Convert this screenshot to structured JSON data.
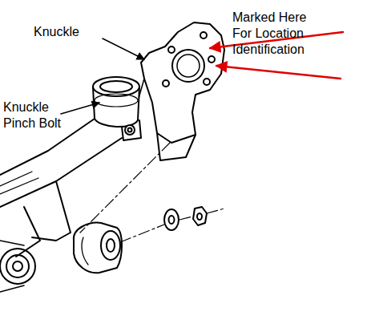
{
  "diagram": {
    "labels": [
      "Knuckle",
      "Marked Here For Location Identification",
      "Knuckle Pinch Bolt"
    ]
  }
}
